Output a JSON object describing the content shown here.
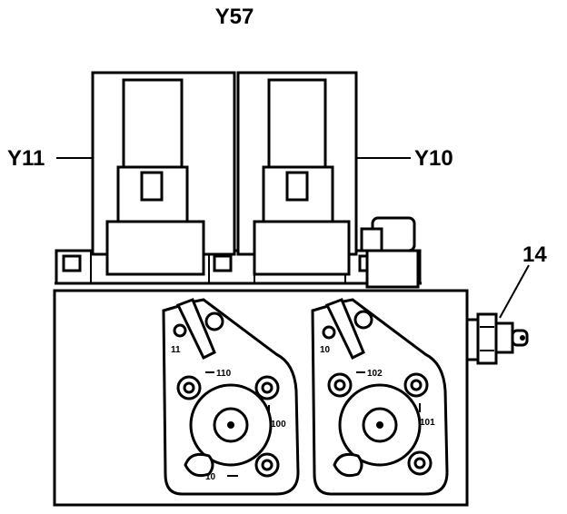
{
  "labels": {
    "top": "Y57",
    "left_valve": "Y11",
    "right_valve": "Y10",
    "connector": "14"
  },
  "left_plate": {
    "port_a": "11",
    "port_b": "110",
    "port_c": "100",
    "port_d": "10"
  },
  "right_plate": {
    "port_a": "10",
    "port_b": "102",
    "port_c": "101"
  }
}
